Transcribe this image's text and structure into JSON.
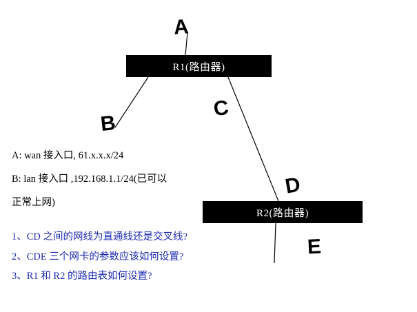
{
  "diagram": {
    "nodes": [
      {
        "id": "r1",
        "label": "R1(路由器)"
      },
      {
        "id": "r2",
        "label": "R2(路由器)"
      }
    ],
    "markers": [
      {
        "id": "a",
        "label": "A"
      },
      {
        "id": "b",
        "label": "B"
      },
      {
        "id": "c",
        "label": "C"
      },
      {
        "id": "d",
        "label": "D"
      },
      {
        "id": "e",
        "label": "E"
      }
    ],
    "notes": [
      "A: wan 接入口, 61.x.x.x/24",
      "B: lan 接入口 ,192.168.1.1/24(已可以",
      "正常上网)"
    ],
    "questions": [
      "1、CD 之间的网线为直通线还是交叉线?",
      "2、CDE 三个网卡的参数应该如何设置?",
      "3、R1 和 R2 的路由表如何设置?"
    ],
    "colors": {
      "node_fill": "#000000",
      "node_text": "#ffffff",
      "note_text": "#000000",
      "question_text": "#1d2bb5",
      "line": "#000000",
      "background": "#ffffff"
    }
  }
}
